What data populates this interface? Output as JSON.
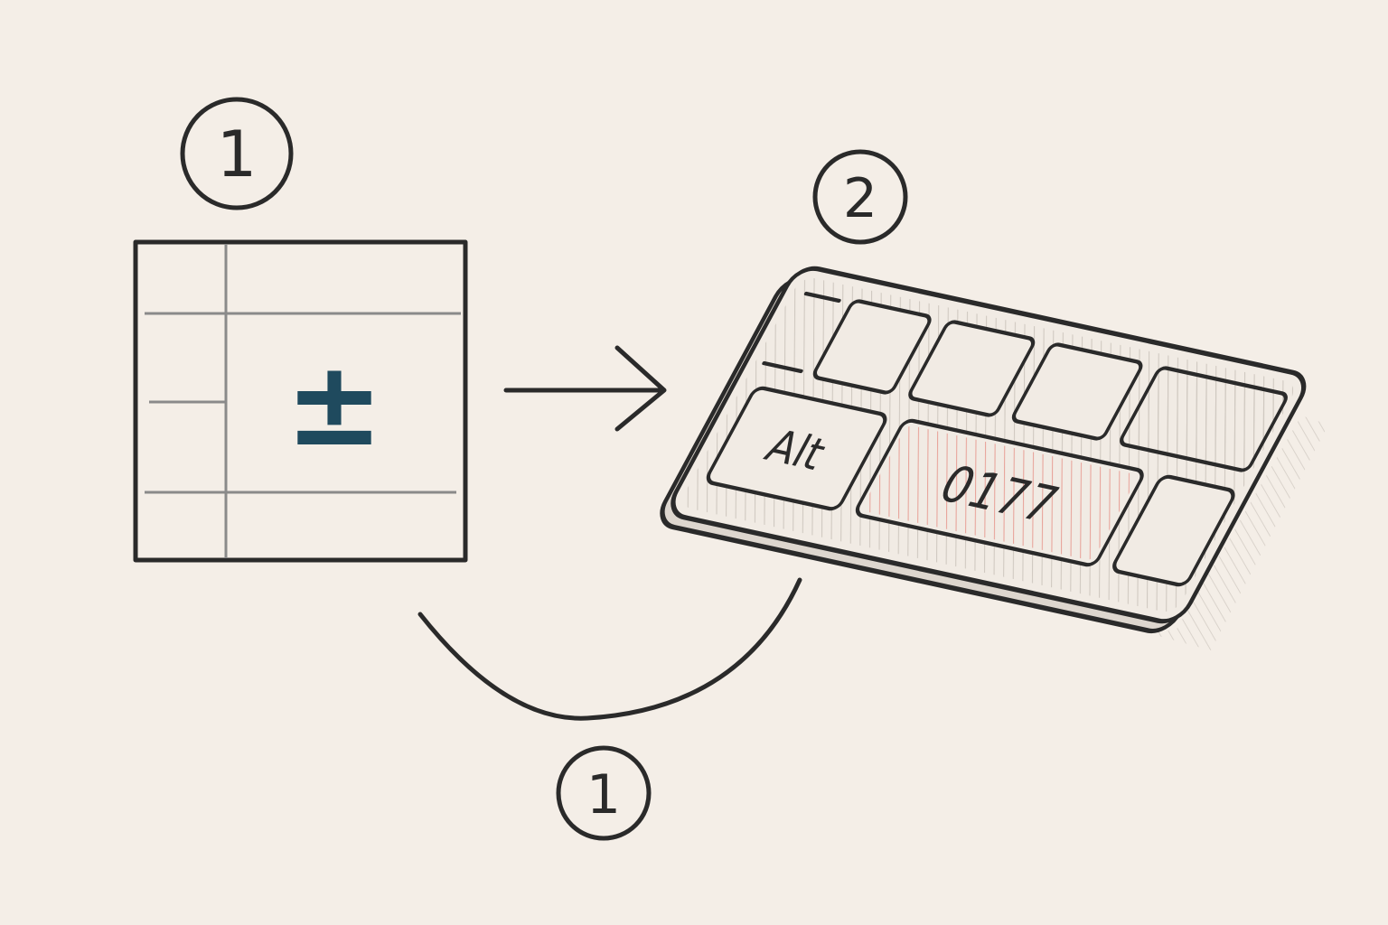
{
  "colors": {
    "background": "#f4eee7",
    "ink": "#2a2a2a",
    "symbol": "#1f4a5e",
    "highlight": "#e8a39a"
  },
  "steps": {
    "step1_top": "1",
    "step2": "2",
    "step1_bottom": "1"
  },
  "table": {
    "symbol": "±"
  },
  "keypad": {
    "alt_key": "Alt",
    "code_key": "0177"
  }
}
